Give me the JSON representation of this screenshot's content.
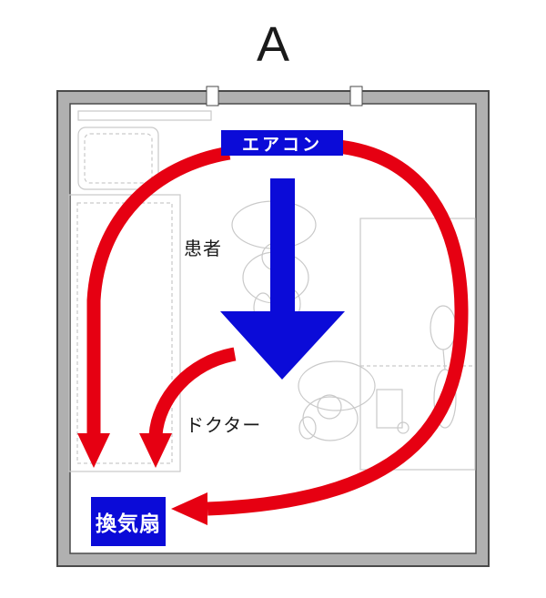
{
  "title": "A",
  "labels": {
    "aircon": "エアコン",
    "patient": "患者",
    "doctor": "ドクター",
    "fan": "換気扇"
  },
  "colors": {
    "blue": "#0b0bd8",
    "red": "#e60012",
    "wall-fill": "#b0b0b0",
    "wall-line": "#4a4a4a",
    "sketch": "#c9c9c9",
    "text": "#1a1a1a"
  }
}
